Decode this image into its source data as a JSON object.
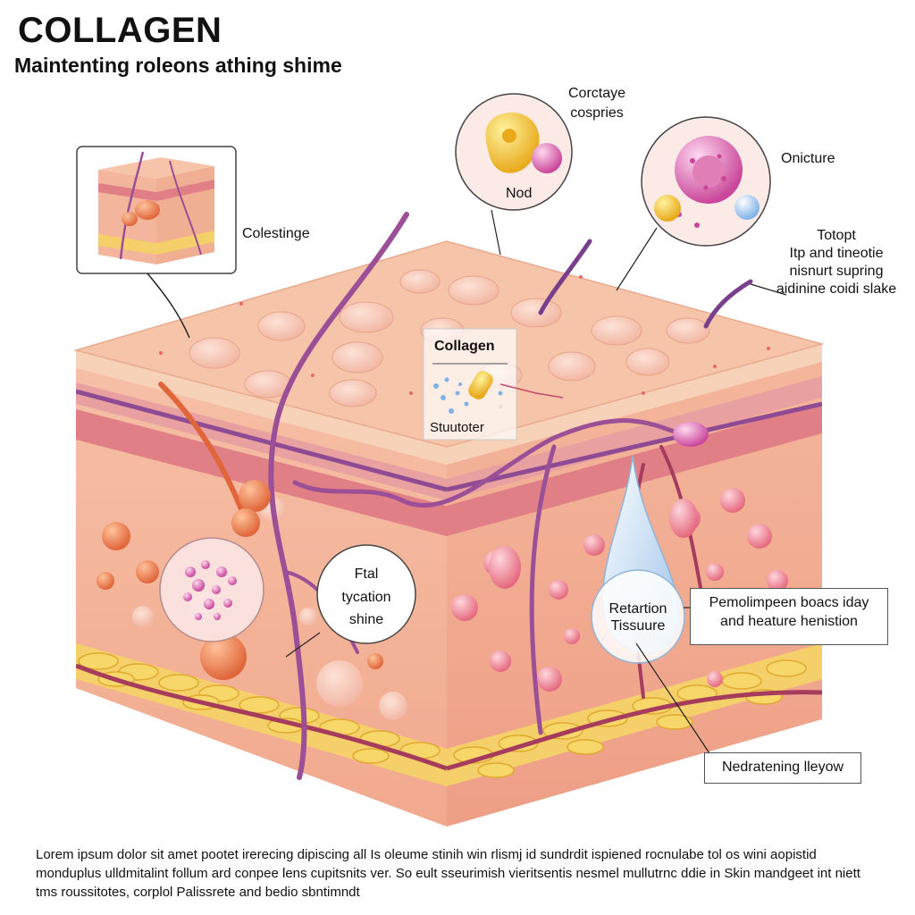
{
  "header": {
    "title": "COLLAGEN",
    "subtitle": "Maintenting roleons athing shime"
  },
  "callouts": {
    "inset_top_left": "Colestinge",
    "bubble_top_a_caption": "Corctaye\ncospries",
    "bubble_top_a_inner": "Nod",
    "bubble_top_b_caption": "Onicture",
    "right_text": "Totopt\nItp and tineotie\nnisnurt supring\naidinine coidi slake",
    "collagen_box_title": "Collagen",
    "collagen_box_sub": "Stuutoter",
    "bubble_left_text": "Ftal\ntycation\nshine",
    "drop_label": "Retartion\nTissuure",
    "right_box_text": "Pemolimpeen boacs iday\nand heature henistion",
    "bottom_box_text": "Nedratening lleyow"
  },
  "footer": {
    "text": "Lorem ipsum dolor sit amet pootet irerecing dipiscing all Is oleume stinih win rlismj id sundrdit ispiened rocnulabe tol os wini aopistid monduplus ulldmitalint follum ard conpee lens cupitsnits ver. So eult sseurimish vieritsentis nesmel mullutrnc ddie in Skin mandgeet int niett tms roussitotes, corplol Palissrete and bedio sbntimndt"
  },
  "colors": {
    "skin_top": "#f6c4a8",
    "skin_side": "#f3b69c",
    "dermis_band": "#e88a8a",
    "vessel": "#9b4f96",
    "fat": "#f3c550",
    "droplet": "#cfe3f6"
  }
}
